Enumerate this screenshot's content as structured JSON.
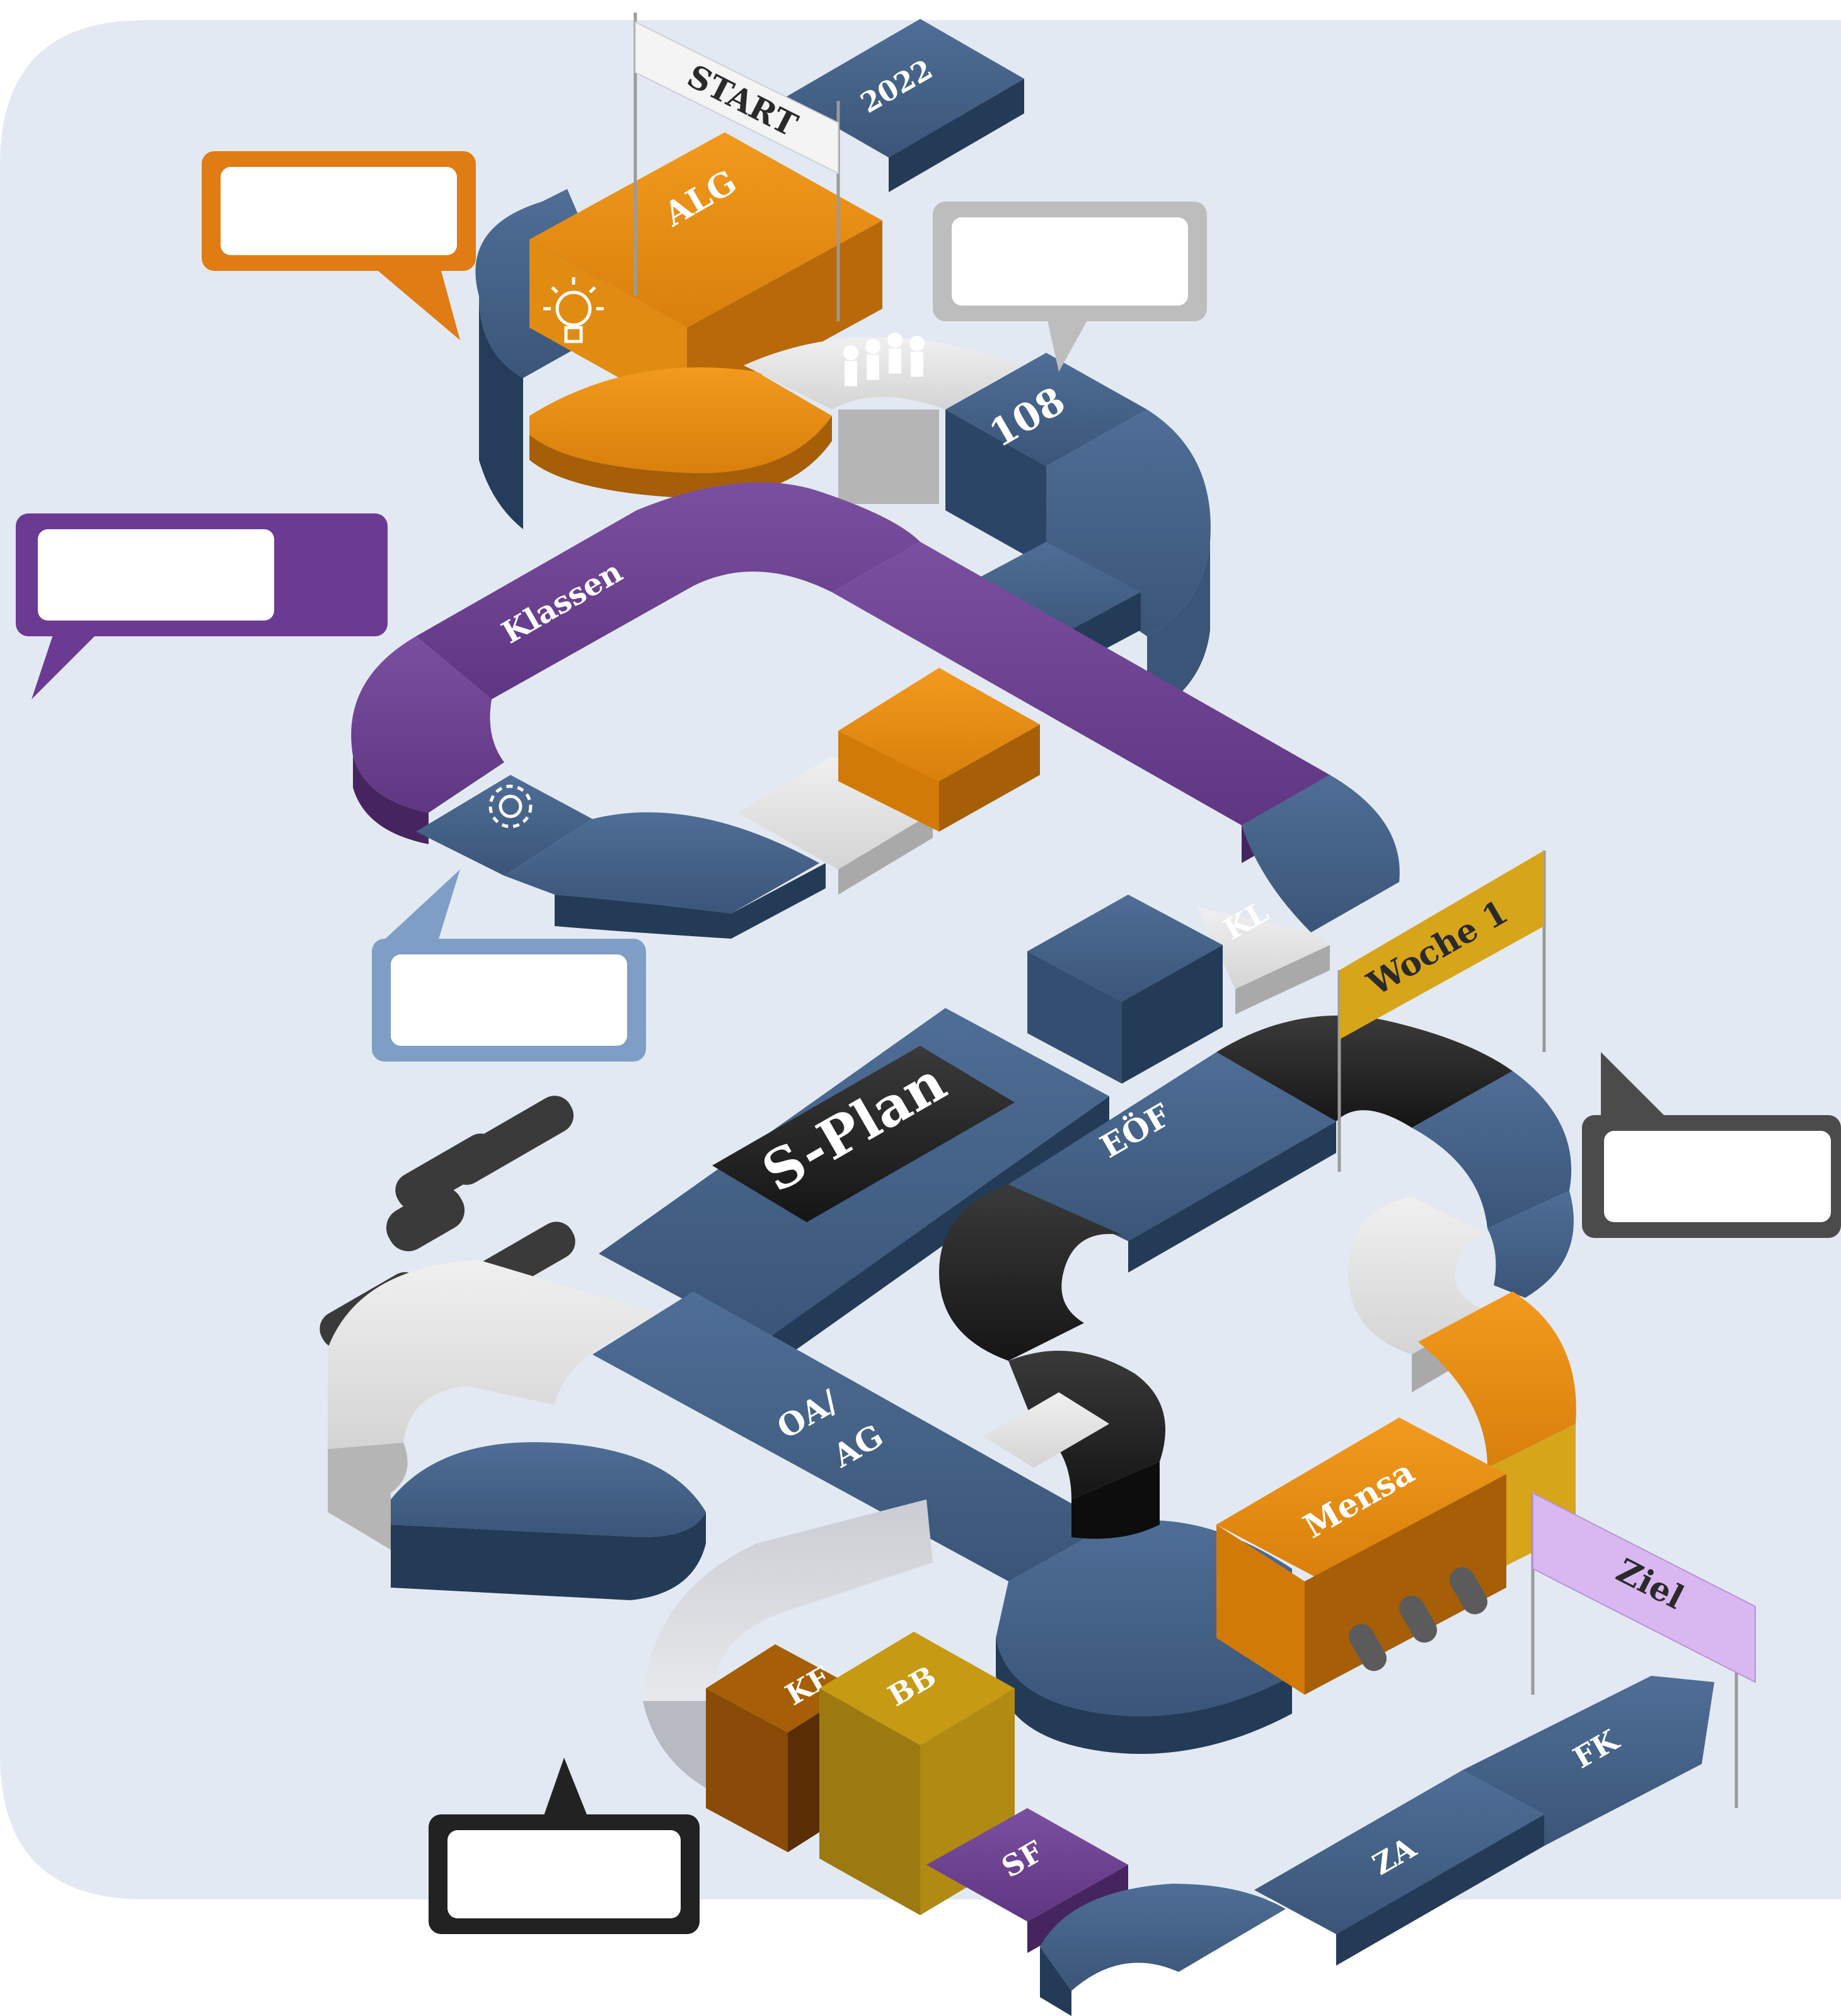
{
  "colors": {
    "background_panel": "#e3e9f3",
    "navy": "#3b5679",
    "navy_dark": "#243b57",
    "orange": "#e48a10",
    "orange_dark": "#a65f06",
    "purple": "#6a3f8c",
    "purple_dark": "#45245f",
    "light_gray": "#e2e2e2",
    "gray_dark": "#a9a9a9",
    "black": "#222222",
    "black_dark": "#0d0d0d",
    "gold": "#d6a51a",
    "olive": "#b08a12",
    "brown": "#8a4a08",
    "lavender": "#d9b8f2",
    "flag_white": "#f4f4f4",
    "callout_orange": "#e07c14",
    "callout_gray": "#bdbdbd",
    "callout_purple": "#6b3a93",
    "callout_blue": "#7f9ec6",
    "callout_dark": "#4b4b4b",
    "callout_black": "#222222"
  },
  "flags": {
    "start": "START",
    "year": "2022",
    "woche": "Woche 1",
    "ziel": "Ziel"
  },
  "tiles": {
    "alg": "ALG",
    "room": "108",
    "klassen": "Klassen",
    "kl": "KL",
    "splan": "S-Plan",
    "eof": "EÖF",
    "oa_line1": "OA/",
    "oa_line2": "AG",
    "mensa": "Mensa",
    "kf": "KF",
    "bb": "BB",
    "sf": "SF",
    "za": "ZA",
    "fk": "FK"
  },
  "icons": {
    "lightbulb": "lightbulb-icon",
    "people": "people-icon",
    "gear": "gear-icon",
    "airplane": "airplane-icon"
  },
  "callouts": [
    {
      "name": "callout-orange",
      "text": ""
    },
    {
      "name": "callout-gray",
      "text": ""
    },
    {
      "name": "callout-purple",
      "text": ""
    },
    {
      "name": "callout-blue",
      "text": ""
    },
    {
      "name": "callout-dark",
      "text": ""
    },
    {
      "name": "callout-black",
      "text": ""
    }
  ]
}
